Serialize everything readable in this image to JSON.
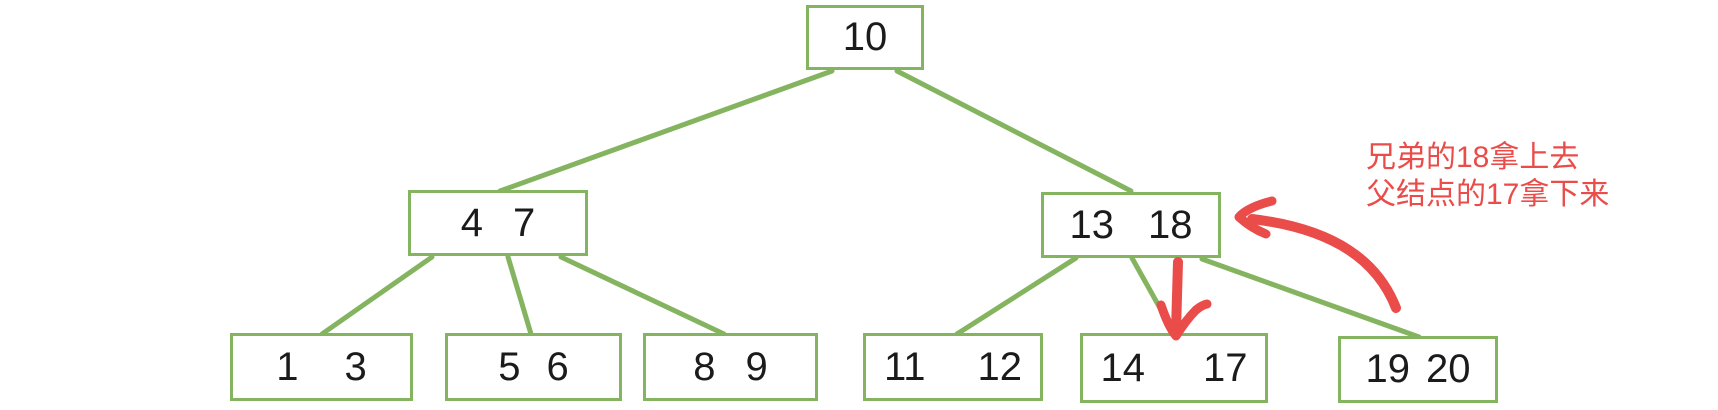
{
  "colors": {
    "green": "#84b45f",
    "red": "#ea4c49",
    "text": "#1b1b1b",
    "background": "#ffffff"
  },
  "annotation": {
    "line1": "兄弟的18拿上去",
    "line2": "父结点的17拿下来"
  },
  "tree": {
    "root": {
      "keys": [
        "10"
      ]
    },
    "level2": [
      {
        "keys": [
          "4",
          "7"
        ]
      },
      {
        "keys": [
          "13",
          "18"
        ]
      }
    ],
    "level3": [
      {
        "keys": [
          "1",
          "3"
        ]
      },
      {
        "keys": [
          "5",
          "6"
        ]
      },
      {
        "keys": [
          "8",
          "9"
        ]
      },
      {
        "keys": [
          "11",
          "12"
        ]
      },
      {
        "keys": [
          "14",
          "17"
        ]
      },
      {
        "keys": [
          "19",
          "20"
        ]
      }
    ]
  },
  "icons": {
    "down_arrow": "hand-drawn red arrow pointing down into node 14-17",
    "curved_arrow": "hand-drawn red curved arrow pointing left at node 13-18"
  }
}
